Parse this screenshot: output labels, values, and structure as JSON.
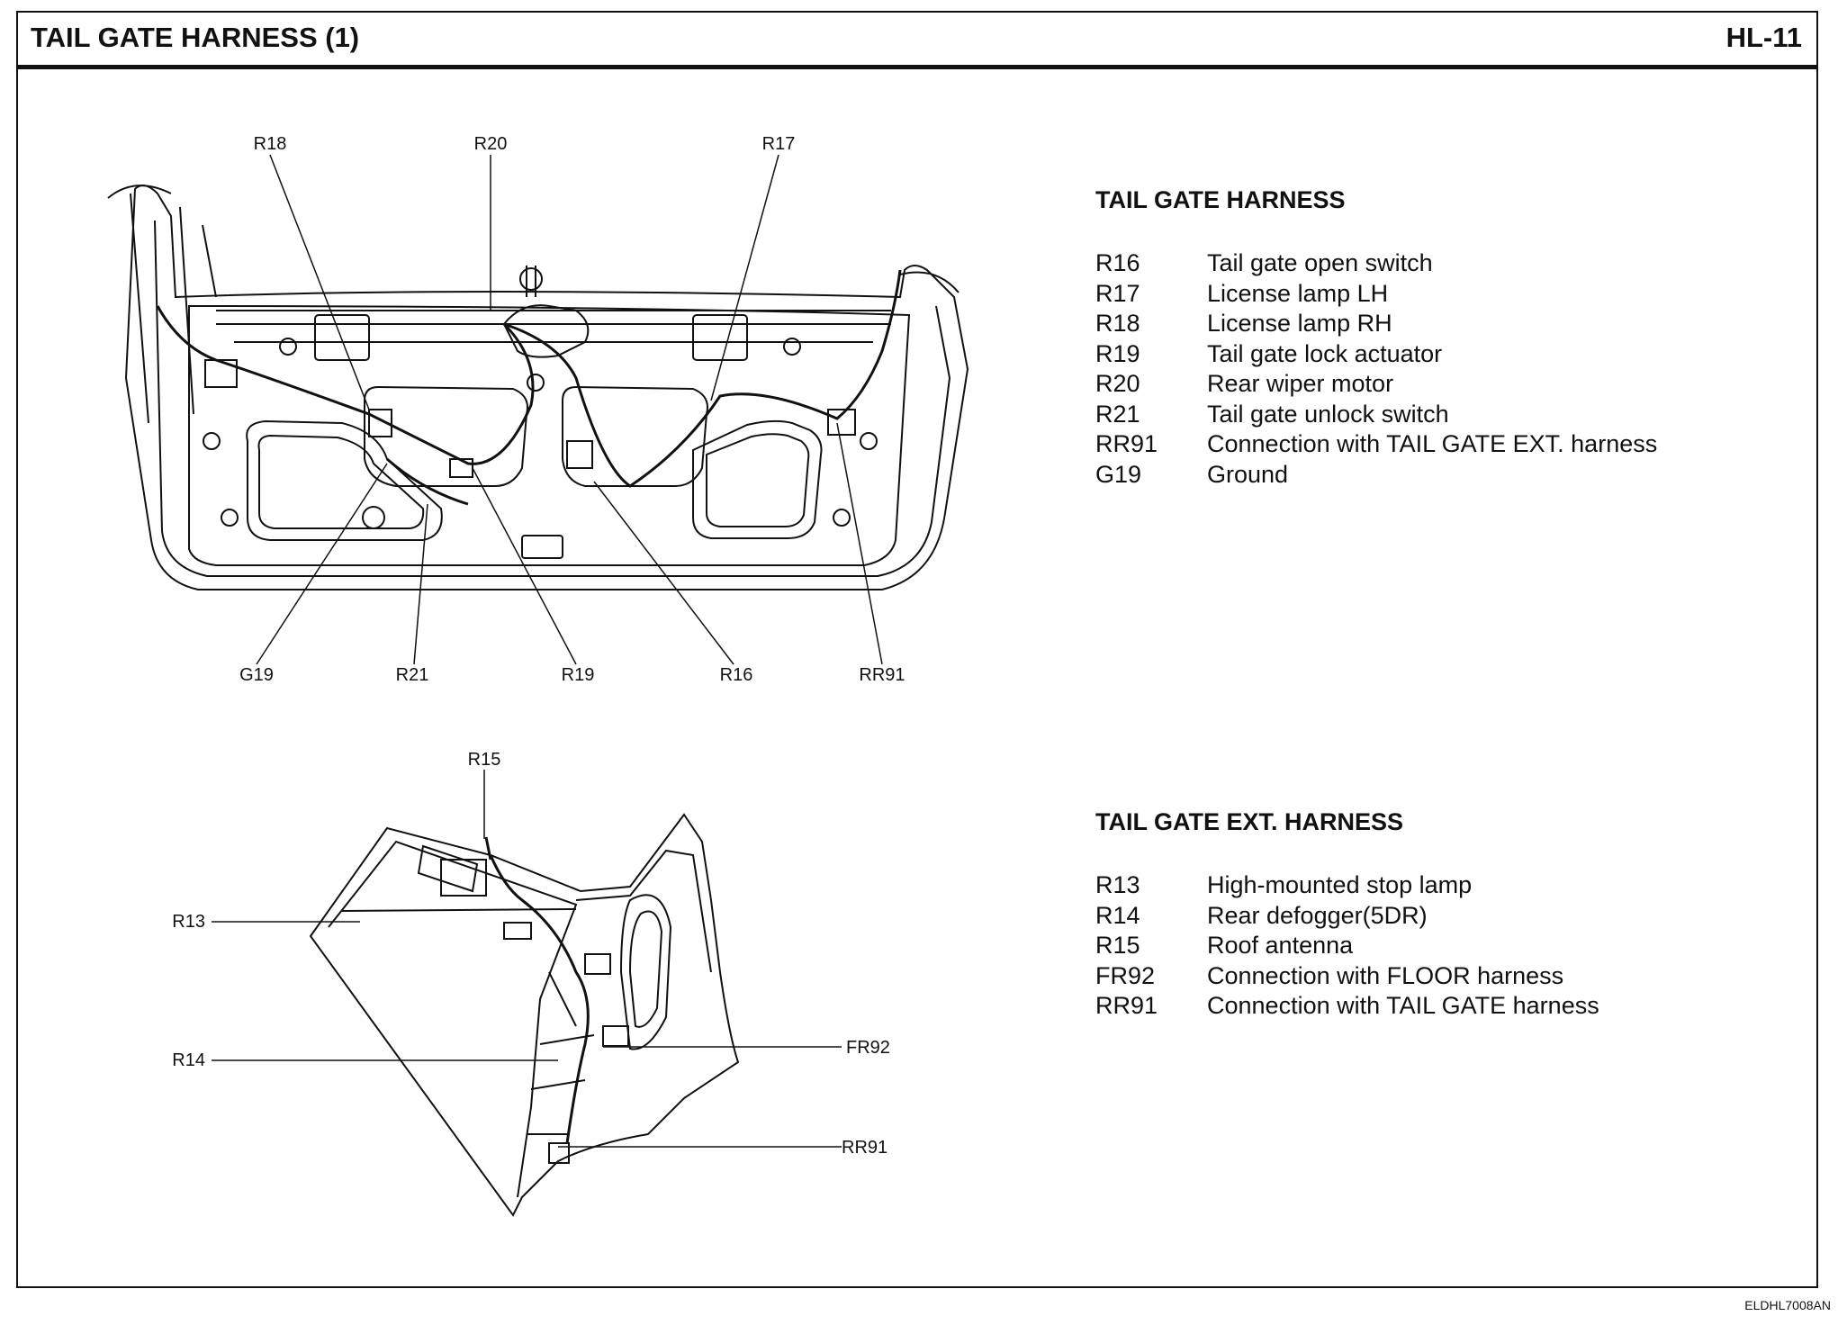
{
  "header": {
    "title": "TAIL GATE HARNESS (1)",
    "page_code": "HL-11"
  },
  "diagram_top": {
    "callouts": {
      "r18": "R18",
      "r20": "R20",
      "r17": "R17",
      "g19": "G19",
      "r21": "R21",
      "r19": "R19",
      "r16": "R16",
      "rr91": "RR91"
    }
  },
  "diagram_bottom": {
    "callouts": {
      "r15": "R15",
      "r13": "R13",
      "r14": "R14",
      "fr92": "FR92",
      "rr91": "RR91"
    }
  },
  "legend_tail_gate": {
    "title": "TAIL GATE HARNESS",
    "items": [
      {
        "code": "R16",
        "desc": "Tail gate open switch"
      },
      {
        "code": "R17",
        "desc": "License lamp LH"
      },
      {
        "code": "R18",
        "desc": "License lamp RH"
      },
      {
        "code": "R19",
        "desc": "Tail gate lock actuator"
      },
      {
        "code": "R20",
        "desc": "Rear wiper motor"
      },
      {
        "code": "R21",
        "desc": "Tail gate unlock switch"
      },
      {
        "code": "RR91",
        "desc": "Connection with TAIL GATE EXT. harness"
      },
      {
        "code": "G19",
        "desc": "Ground"
      }
    ]
  },
  "legend_tail_gate_ext": {
    "title": "TAIL GATE EXT. HARNESS",
    "items": [
      {
        "code": "R13",
        "desc": "High-mounted stop lamp"
      },
      {
        "code": "R14",
        "desc": "Rear defogger(5DR)"
      },
      {
        "code": "R15",
        "desc": "Roof antenna"
      },
      {
        "code": "FR92",
        "desc": "Connection with FLOOR harness"
      },
      {
        "code": "RR91",
        "desc": "Connection with TAIL GATE harness"
      }
    ]
  },
  "footer": {
    "figure_code": "ELDHL7008AN"
  }
}
